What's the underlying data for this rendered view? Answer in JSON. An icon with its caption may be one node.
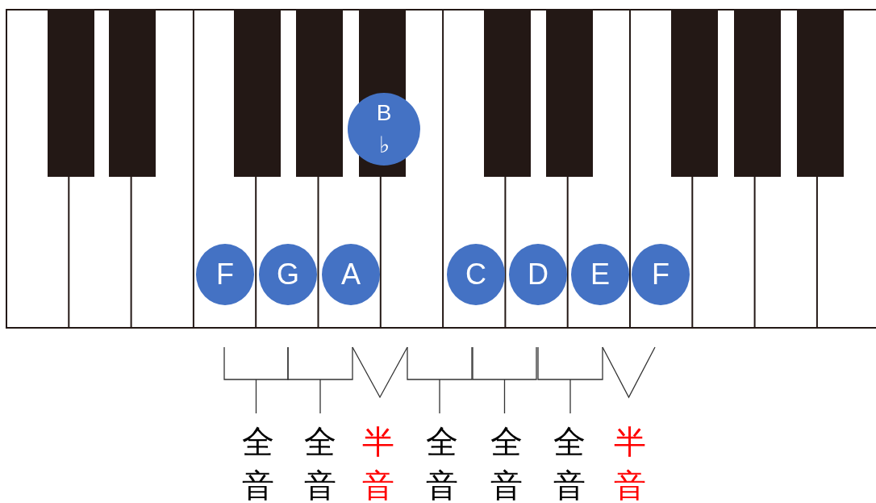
{
  "diagram": {
    "nodes": [
      {
        "text": [
          "F"
        ]
      },
      {
        "text": [
          "G"
        ]
      },
      {
        "text": [
          "A"
        ]
      },
      {
        "text": [
          "B ♭"
        ]
      },
      {
        "text": [
          "C"
        ]
      },
      {
        "text": [
          "D"
        ]
      },
      {
        "text": [
          "E"
        ]
      },
      {
        "text": [
          "F"
        ]
      }
    ],
    "edges": [],
    "labels": [
      "全音",
      "全音",
      "半音",
      "全音",
      "全音",
      "全音",
      "半音"
    ]
  }
}
